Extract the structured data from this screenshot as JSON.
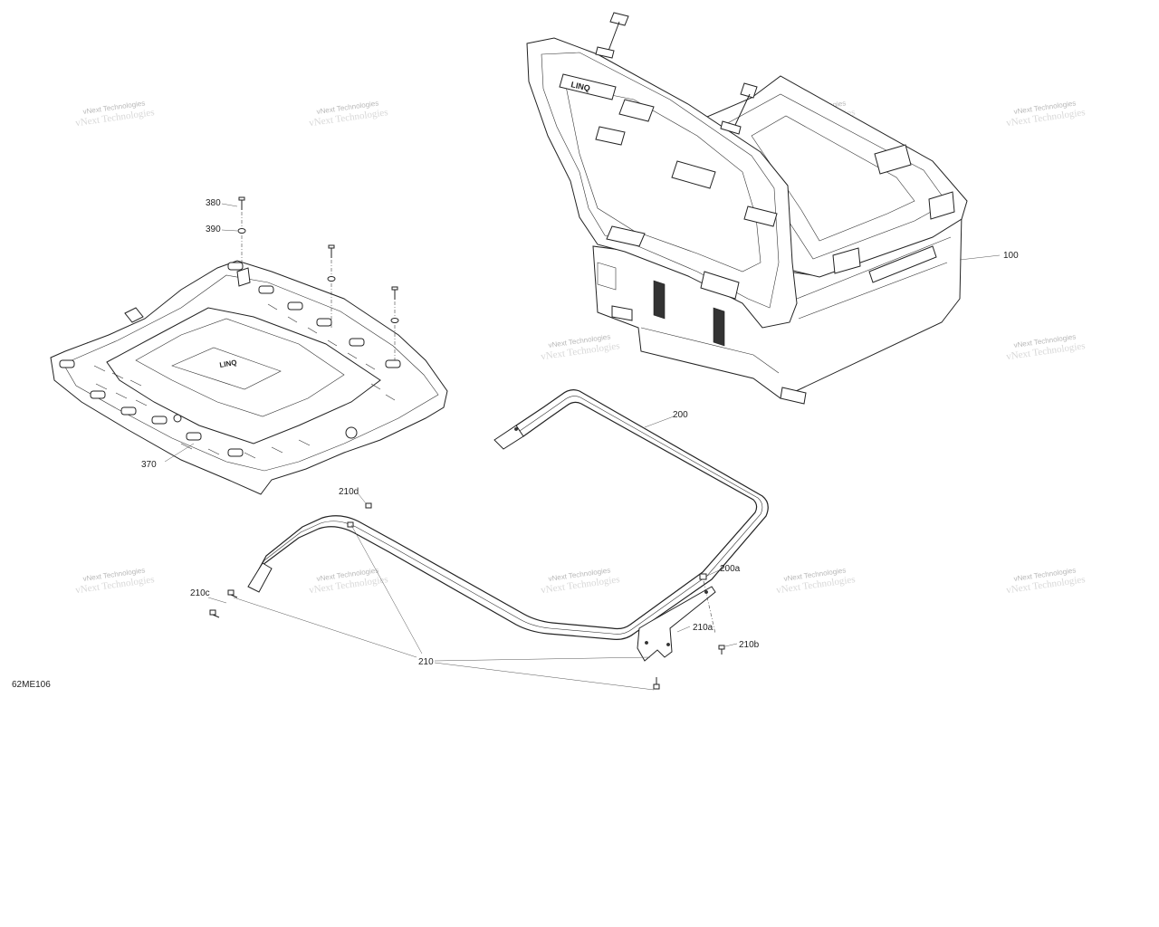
{
  "figure_code": "62ME106",
  "watermark": "vNext Technologies",
  "callouts": {
    "c100": "100",
    "c200": "200",
    "c200a": "200a",
    "c210": "210",
    "c210a": "210a",
    "c210b": "210b",
    "c210c": "210c",
    "c210d": "210d",
    "c370": "370",
    "c380": "380",
    "c390": "390"
  },
  "rack_logo": "LINQ",
  "box_logo": "LINQ"
}
